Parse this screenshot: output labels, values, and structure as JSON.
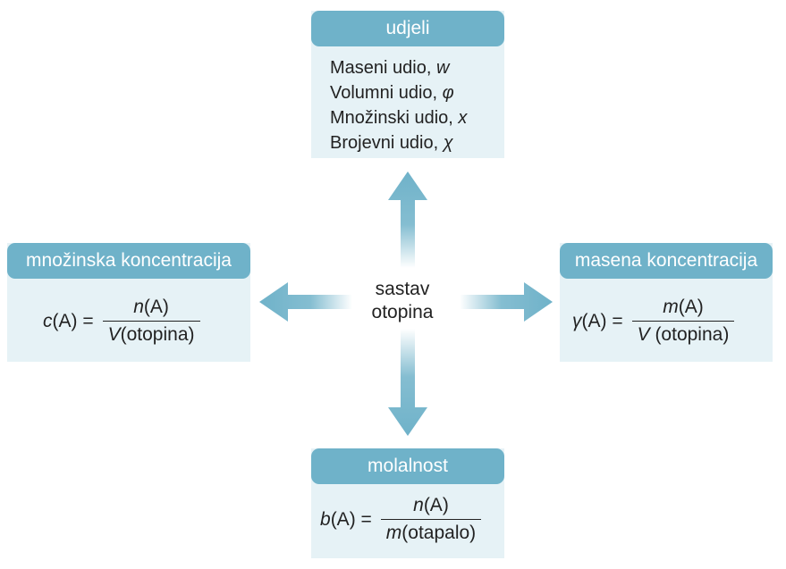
{
  "center": {
    "line1": "sastav",
    "line2": "otopina"
  },
  "top": {
    "title": "udjeli",
    "items": [
      {
        "text": "Maseni udio, ",
        "symbol": "w"
      },
      {
        "text": "Volumni udio, ",
        "symbol": "φ"
      },
      {
        "text": "Množinski udio, ",
        "symbol": "x"
      },
      {
        "text": "Brojevni udio, ",
        "symbol": "χ"
      }
    ]
  },
  "left": {
    "title": "množinska koncentracija",
    "lhs_sym": "c",
    "lhs_rest": "(A) =",
    "num_sym": "n",
    "num_rest": "(A)",
    "den_sym": "V",
    "den_rest": "(otopina)"
  },
  "right": {
    "title": "masena koncentracija",
    "lhs_sym": "γ",
    "lhs_rest": "(A) =",
    "num_sym": "m",
    "num_rest": "(A)",
    "den_sym": "V",
    "den_rest": " (otopina)"
  },
  "bottom": {
    "title": "molalnost",
    "lhs_sym": "b",
    "lhs_rest": "(A) =",
    "num_sym": "n",
    "num_rest": "(A)",
    "den_sym": "m",
    "den_rest": "(otapalo)"
  },
  "colors": {
    "header": "#6fb2c9",
    "box": "#e6f2f6",
    "arrow": "#6fb2c9"
  }
}
